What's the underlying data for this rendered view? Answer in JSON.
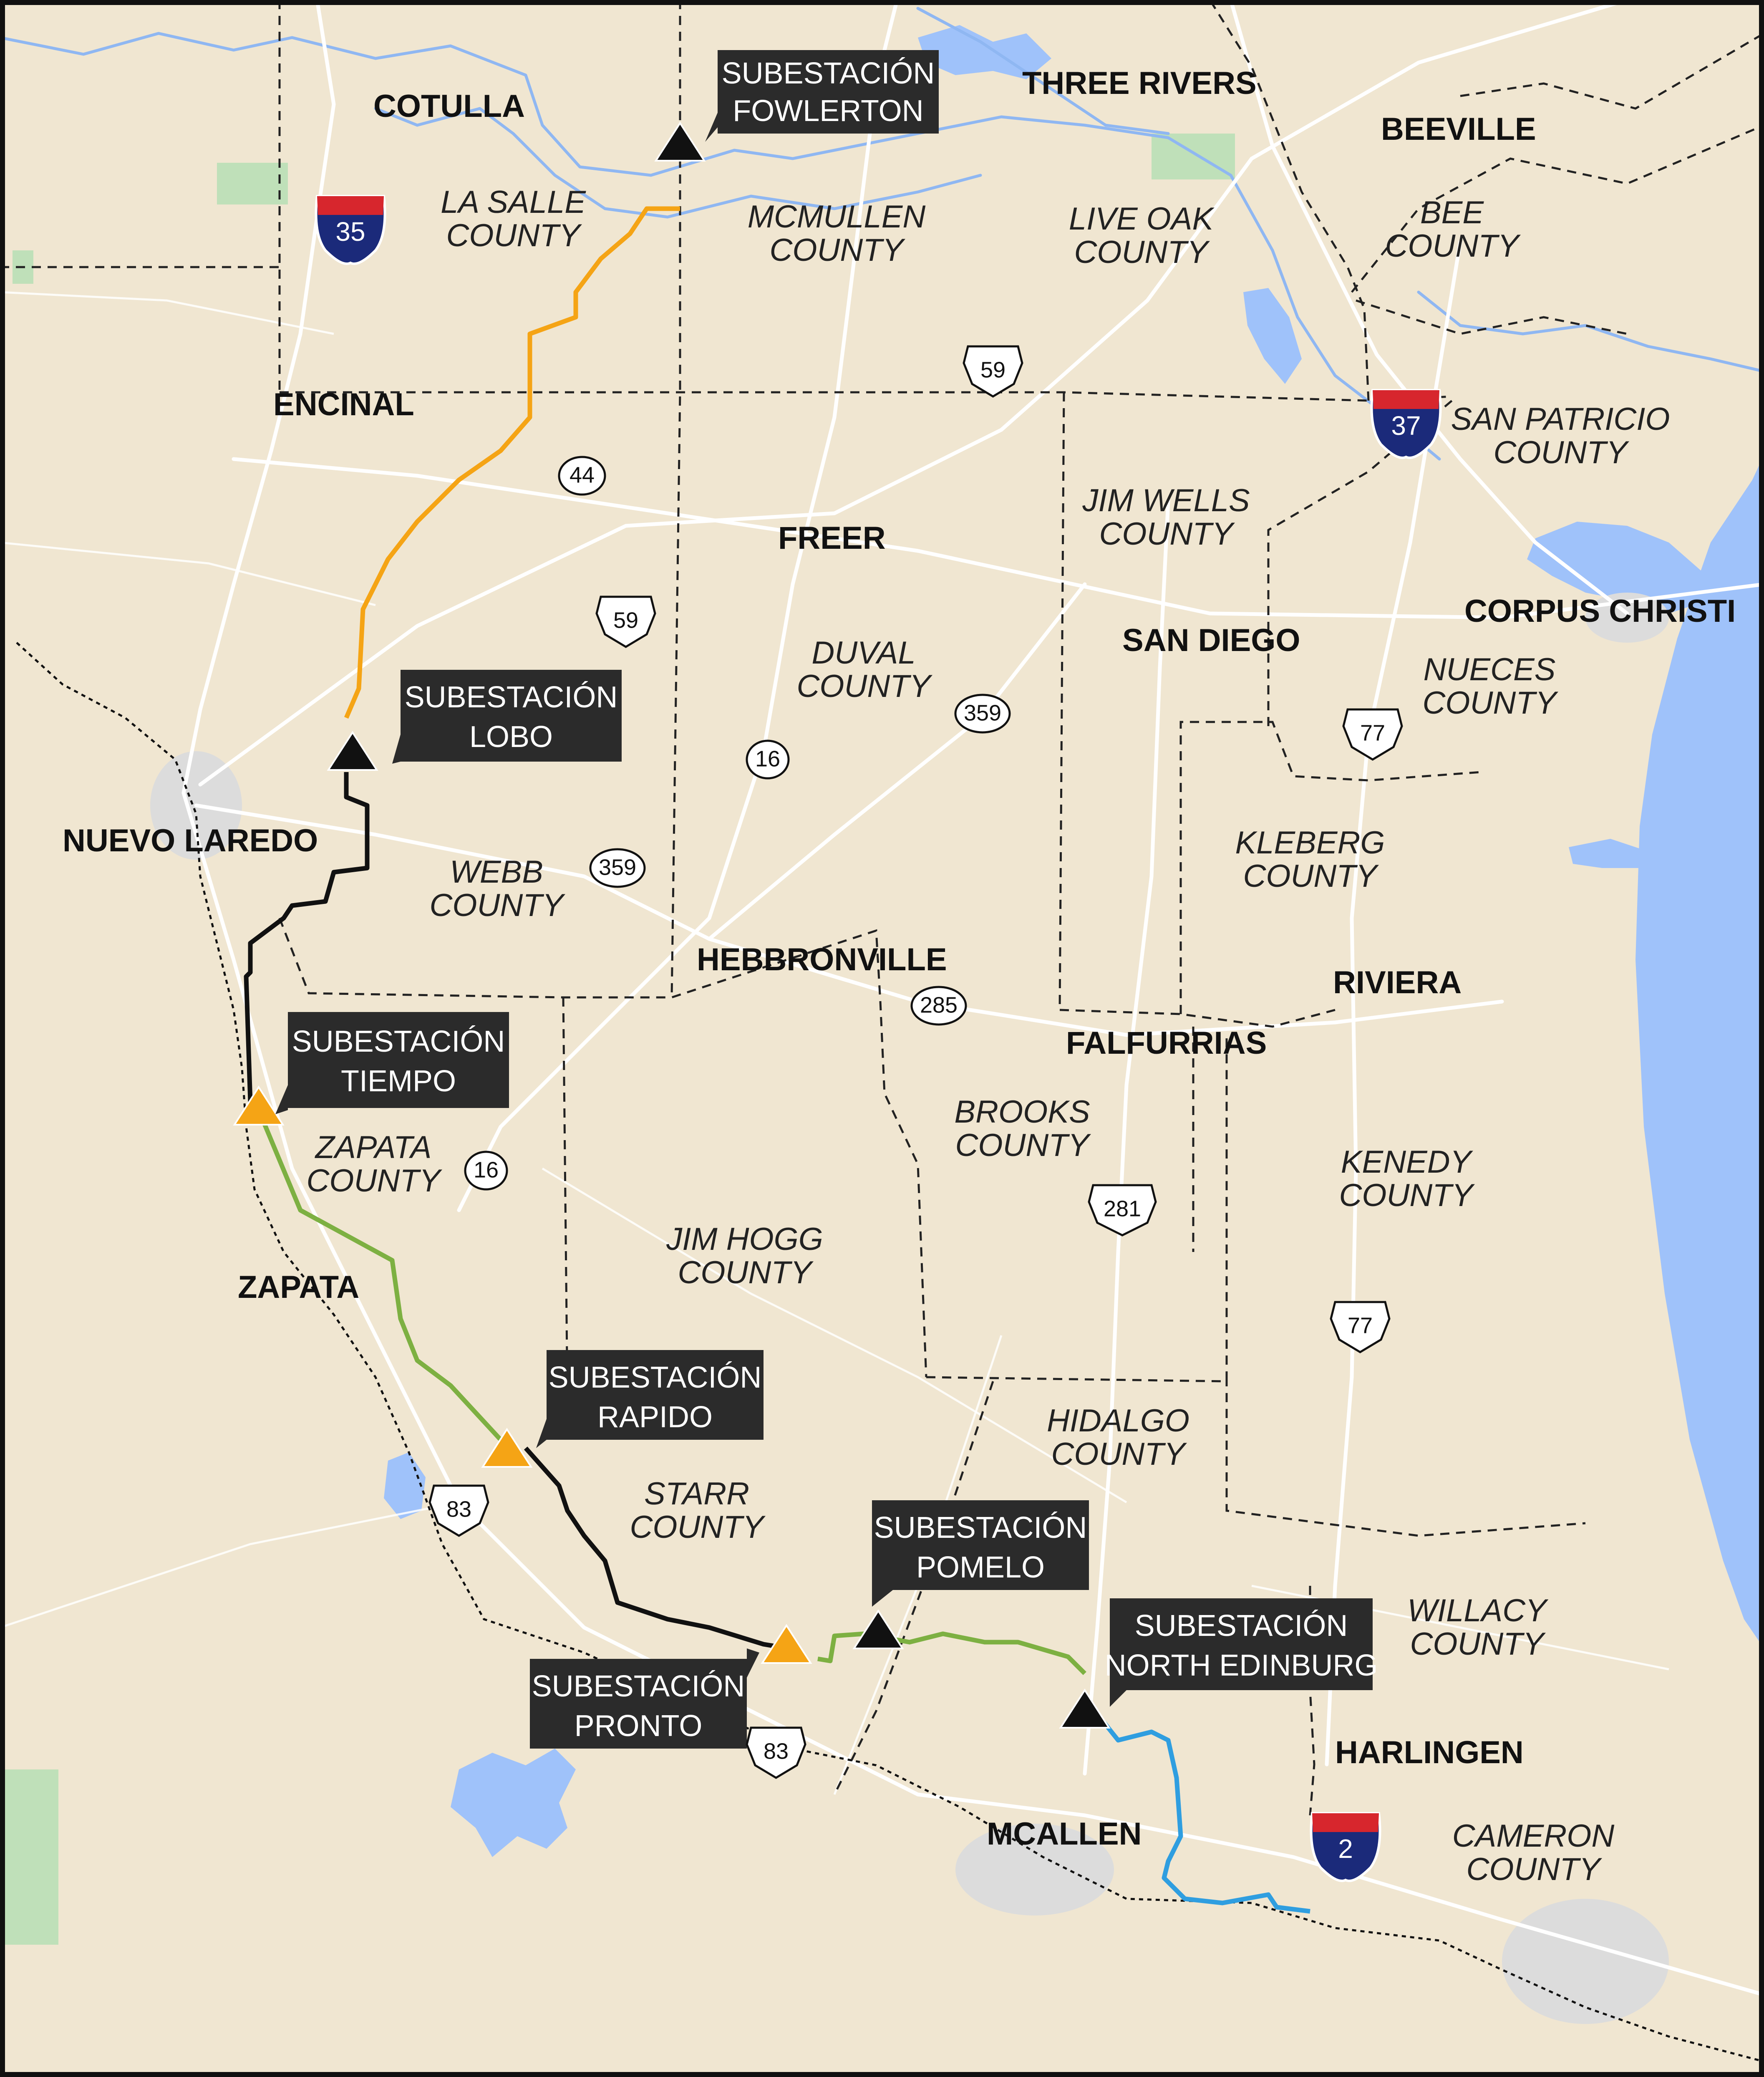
{
  "colors": {
    "land": "#f0e6d1",
    "water": "#9fc2fa",
    "route_orange": "#f5a415",
    "route_black": "#111111",
    "route_green": "#7db042",
    "route_blue": "#2f9ee0",
    "label_box": "#2b2b2b",
    "park": "#bfe0b9",
    "urban": "#dcdcdc"
  },
  "cities": [
    {
      "id": "cotulla",
      "label": "COTULLA"
    },
    {
      "id": "three-rivers",
      "label": "THREE RIVERS"
    },
    {
      "id": "beeville",
      "label": "BEEVILLE"
    },
    {
      "id": "encinal",
      "label": "ENCINAL"
    },
    {
      "id": "freer",
      "label": "FREER"
    },
    {
      "id": "corpus-christi",
      "label": "CORPUS CHRISTI"
    },
    {
      "id": "san-diego",
      "label": "SAN DIEGO"
    },
    {
      "id": "nuevo-laredo",
      "label": "NUEVO LAREDO"
    },
    {
      "id": "hebbronville",
      "label": "HEBBRONVILLE"
    },
    {
      "id": "riviera",
      "label": "RIVIERA"
    },
    {
      "id": "falfurrias",
      "label": "FALFURRIAS"
    },
    {
      "id": "zapata",
      "label": "ZAPATA"
    },
    {
      "id": "harlingen",
      "label": "HARLINGEN"
    },
    {
      "id": "mcallen",
      "label": "MCALLEN"
    }
  ],
  "counties": [
    {
      "id": "la-salle",
      "line1": "LA SALLE",
      "line2": "COUNTY"
    },
    {
      "id": "mcmullen",
      "line1": "MCMULLEN",
      "line2": "COUNTY"
    },
    {
      "id": "live-oak",
      "line1": "LIVE OAK",
      "line2": "COUNTY"
    },
    {
      "id": "bee",
      "line1": "BEE",
      "line2": "COUNTY"
    },
    {
      "id": "san-patricio",
      "line1": "SAN PATRICIO",
      "line2": "COUNTY"
    },
    {
      "id": "jim-wells",
      "line1": "JIM WELLS",
      "line2": "COUNTY"
    },
    {
      "id": "duval",
      "line1": "DUVAL",
      "line2": "COUNTY"
    },
    {
      "id": "nueces",
      "line1": "NUECES",
      "line2": "COUNTY"
    },
    {
      "id": "kleberg",
      "line1": "KLEBERG",
      "line2": "COUNTY"
    },
    {
      "id": "webb",
      "line1": "WEBB",
      "line2": "COUNTY"
    },
    {
      "id": "brooks",
      "line1": "BROOKS",
      "line2": "COUNTY"
    },
    {
      "id": "kenedy",
      "line1": "KENEDY",
      "line2": "COUNTY"
    },
    {
      "id": "zapata",
      "line1": "ZAPATA",
      "line2": "COUNTY"
    },
    {
      "id": "jim-hogg",
      "line1": "JIM HOGG",
      "line2": "COUNTY"
    },
    {
      "id": "hidalgo",
      "line1": "HIDALGO",
      "line2": "COUNTY"
    },
    {
      "id": "starr",
      "line1": "STARR",
      "line2": "COUNTY"
    },
    {
      "id": "willacy",
      "line1": "WILLACY",
      "line2": "COUNTY"
    },
    {
      "id": "cameron",
      "line1": "CAMERON",
      "line2": "COUNTY"
    }
  ],
  "substations": [
    {
      "id": "fowlerton",
      "line1": "SUBESTACIÓN",
      "line2": "FOWLERTON",
      "status": "black"
    },
    {
      "id": "lobo",
      "line1": "SUBESTACIÓN",
      "line2": "LOBO",
      "status": "black"
    },
    {
      "id": "tiempo",
      "line1": "SUBESTACIÓN",
      "line2": "TIEMPO",
      "status": "orange"
    },
    {
      "id": "rapido",
      "line1": "SUBESTACIÓN",
      "line2": "RAPIDO",
      "status": "orange"
    },
    {
      "id": "pomelo",
      "line1": "SUBESTACIÓN",
      "line2": "POMELO",
      "status": "black"
    },
    {
      "id": "north-edinburg",
      "line1": "SUBESTACIÓN",
      "line2": "NORTH EDINBURG",
      "status": "black"
    },
    {
      "id": "pronto",
      "line1": "SUBESTACIÓN",
      "line2": "PRONTO",
      "status": "orange"
    }
  ],
  "interstates": [
    {
      "id": "i35",
      "number": "35"
    },
    {
      "id": "i37",
      "number": "37"
    },
    {
      "id": "i2",
      "number": "2"
    }
  ],
  "us_routes": [
    {
      "id": "us59-north",
      "number": "59"
    },
    {
      "id": "us59-south",
      "number": "59"
    },
    {
      "id": "us77-north",
      "number": "77"
    },
    {
      "id": "us77-south",
      "number": "77"
    },
    {
      "id": "us281",
      "number": "281"
    },
    {
      "id": "us83-west",
      "number": "83"
    },
    {
      "id": "us83-south",
      "number": "83"
    }
  ],
  "state_routes": [
    {
      "id": "sh44",
      "number": "44"
    },
    {
      "id": "sh359-duval",
      "number": "359"
    },
    {
      "id": "sh359-webb",
      "number": "359"
    },
    {
      "id": "sh16-duval",
      "number": "16"
    },
    {
      "id": "sh16-zapata",
      "number": "16"
    },
    {
      "id": "sh285",
      "number": "285"
    }
  ]
}
